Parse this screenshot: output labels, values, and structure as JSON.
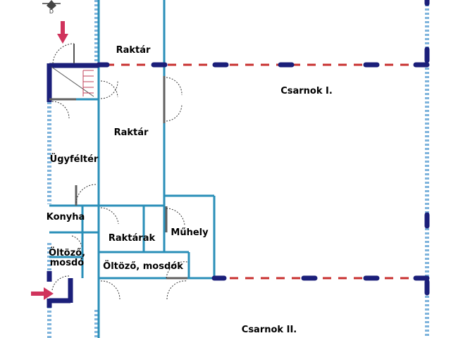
{
  "plan": {
    "compass_letter": "D",
    "rooms": {
      "raktar_top": "Raktár",
      "raktar_mid": "Raktár",
      "csarnok_1": "Csarnok I.",
      "ugyfelter": "Ügyféltér",
      "konyha": "Konyha",
      "oltozo_small_1": "Öltöző,",
      "oltozo_small_2": "mosdó",
      "raktarak": "Raktárak",
      "muhely": "Műhely",
      "oltozo_mosdok": "Öltöző, mosdók",
      "csarnok_2": "Csarnok II."
    },
    "colors": {
      "outer_wall": "#1b1f7a",
      "inner_wall": "#2a8fb8",
      "glass_wall": "#7fb4dc",
      "partition_dashed": "#c8302f",
      "entrance_arrow": "#d0335c"
    }
  }
}
